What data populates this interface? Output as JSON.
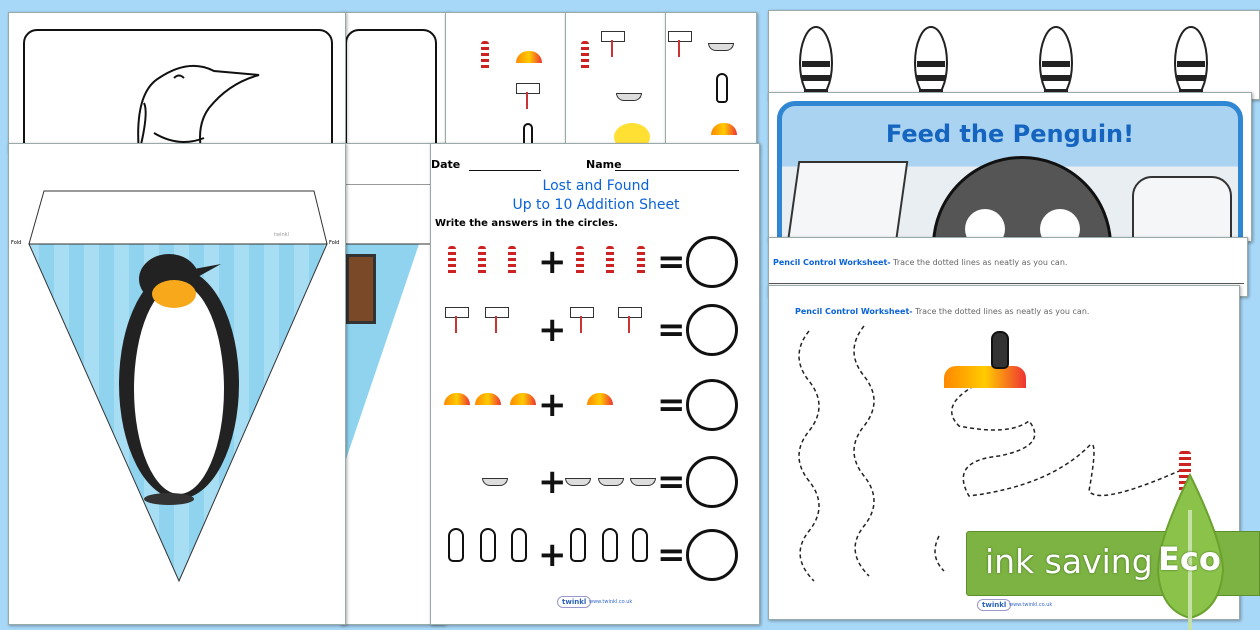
{
  "addition_sheet": {
    "date_label": "Date",
    "name_label": "Name",
    "title_line1": "Lost and Found",
    "title_line2": "Up to 10 Addition Sheet",
    "instruction": "Write the answers in the circles.",
    "plus": "+",
    "equals": "=",
    "footer_logo": "twinkl",
    "footer_url": "www.twinkl.co.uk"
  },
  "bunting": {
    "fold_label": "Fold",
    "brand": "twinkl"
  },
  "feed_sheet": {
    "title": "Feed the Penguin!"
  },
  "pencil_sheets": [
    {
      "title": "Pencil Control Worksheet-",
      "instruction": "Trace the dotted lines as neatly as you can."
    },
    {
      "title": "Pencil Control Worksheet-",
      "instruction": "Trace the dotted lines as neatly as you can."
    }
  ],
  "banner": {
    "text": "ink saving",
    "badge": "Eco",
    "color": "#7cb342"
  },
  "colors": {
    "background": "#a8d8f8",
    "title_blue": "#0a63d8",
    "bunting_blue": "#8fd3ef"
  }
}
